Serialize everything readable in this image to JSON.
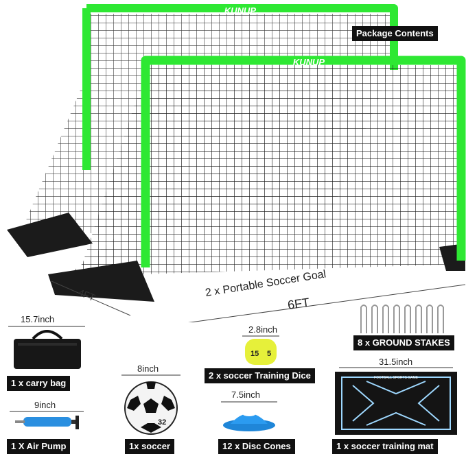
{
  "brand": {
    "logo_text": "KUNUP"
  },
  "title": "Package Contents",
  "goal": {
    "label": "2 x Portable Soccer Goal",
    "width": "6FT",
    "depth": "4FT"
  },
  "items": {
    "carry_bag": {
      "size": "15.7inch",
      "label": "1 x carry bag"
    },
    "air_pump": {
      "size": "9inch",
      "label": "1 X Air Pump"
    },
    "soccer": {
      "size": "8inch",
      "label": "1x soccer",
      "ball_number": "32"
    },
    "dice": {
      "size": "2.8inch",
      "label": "2 x soccer Training Dice",
      "faces": [
        "15",
        "5"
      ]
    },
    "cones": {
      "size": "7.5inch",
      "label": "12 x Disc Cones"
    },
    "stakes": {
      "label": "8 x GROUND STAKES"
    },
    "mat": {
      "size": "31.5inch",
      "label": "1 x soccer training mat",
      "print_text": "FOOTBALL SPORTS GAME"
    }
  },
  "colors": {
    "frame_green": "#2ee833",
    "net": "#1a1a1a",
    "label_bg": "#111111",
    "pump_blue": "#2a8fe0",
    "cone_blue": "#2b9bf0",
    "dice_yellow": "#e6f03a",
    "mat_black": "#141414",
    "mat_lines": "#9ed8ff"
  }
}
